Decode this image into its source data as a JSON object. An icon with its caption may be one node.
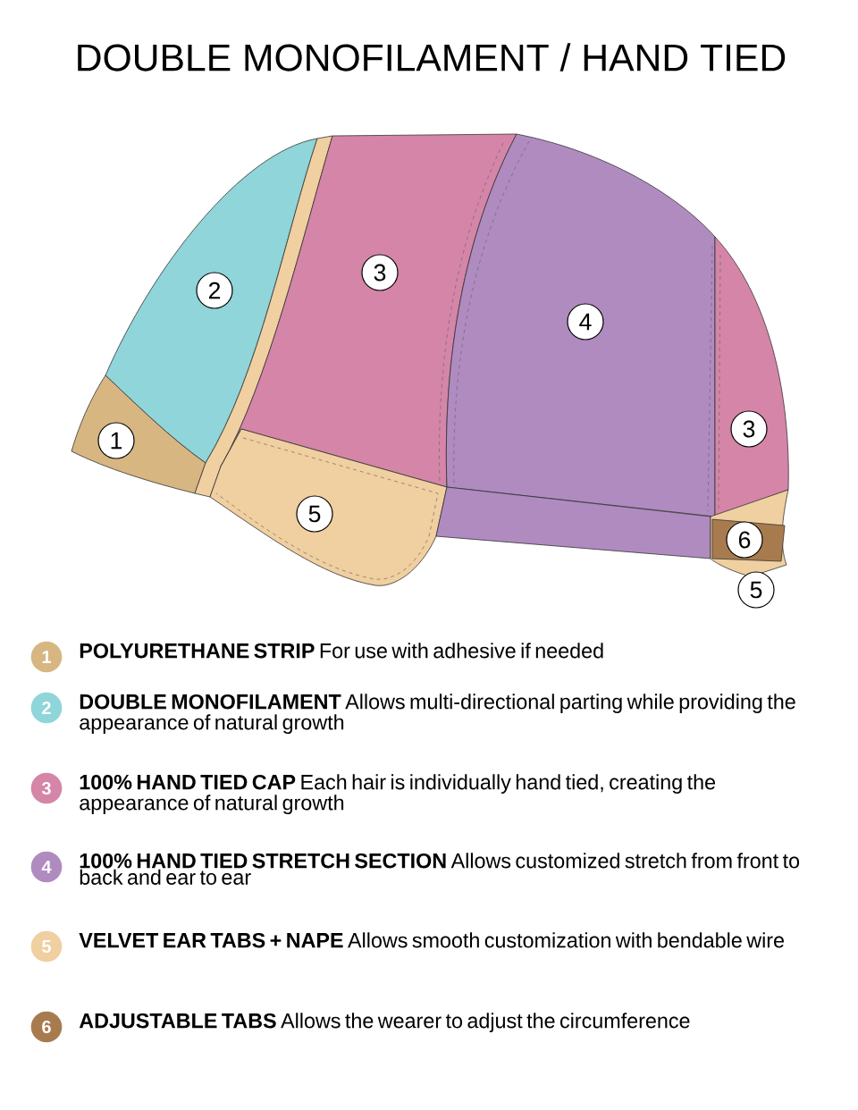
{
  "diagram": {
    "title": "DOUBLE MONOFILAMENT / HAND TIED",
    "labels": [
      "3",
      "2",
      "4",
      "3",
      "1",
      "5",
      "6",
      "5",
      "1",
      "2",
      "3",
      "4",
      "5",
      "6"
    ],
    "legend": [
      {
        "text": "**POLYURETHANE STRIP** For use with adhesive if needed",
        "color": "#d8b682"
      },
      {
        "text": "**DOUBLE MONOFILAMENT** Allows multi-directional parting while providing the appearance of natural growth",
        "color": "#8fd5d9"
      },
      {
        "text": "**100% HAND TIED CAP** Each hair is individually hand tied, creating the appearance of natural growth",
        "color": "#d585a8"
      },
      {
        "text": "**100% HAND TIED STRETCH SECTION** Allows customized stretch from front to back and ear to ear",
        "color": "#b08bc0"
      },
      {
        "text": "**VELVET EAR TABS + NAPE** Allows smooth customization with bendable wire",
        "color": "#f0cfa0"
      },
      {
        "text": "**ADJUSTABLE TABS** Allows the wearer to adjust the circumference",
        "color": "#a87b4f"
      }
    ]
  }
}
